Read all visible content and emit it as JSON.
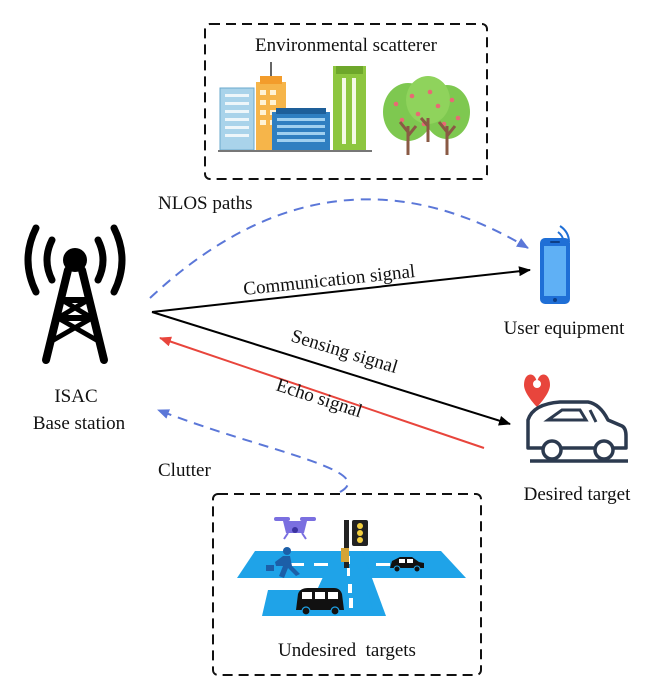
{
  "labels": {
    "env_scatterer": "Environmental scatterer",
    "nlos_paths": "NLOS paths",
    "comm_signal": "Communication signal",
    "user_equipment": "User equipment",
    "sensing_signal": "Sensing signal",
    "echo_signal": "Echo signal",
    "bs_line1": "ISAC",
    "bs_line2": "Base station",
    "desired_target": "Desired target",
    "clutter": "Clutter",
    "undesired_targets": "Undesired  targets"
  },
  "colors": {
    "nlos": "#5b77d8",
    "echo": "#e8453c",
    "signal": "#000000",
    "road": "#1fa3e8",
    "building_green": "#8dc63f",
    "tree_green": "#7ec850",
    "target_pin": "#e8453c"
  },
  "icons": {
    "base_station": "antenna-tower-icon",
    "phone": "smartphone-icon",
    "car": "car-icon",
    "buildings": "city-buildings-icon",
    "trees": "trees-icon",
    "drone": "drone-icon",
    "traffic_light": "traffic-light-icon",
    "pedestrian": "pedestrian-icon"
  }
}
